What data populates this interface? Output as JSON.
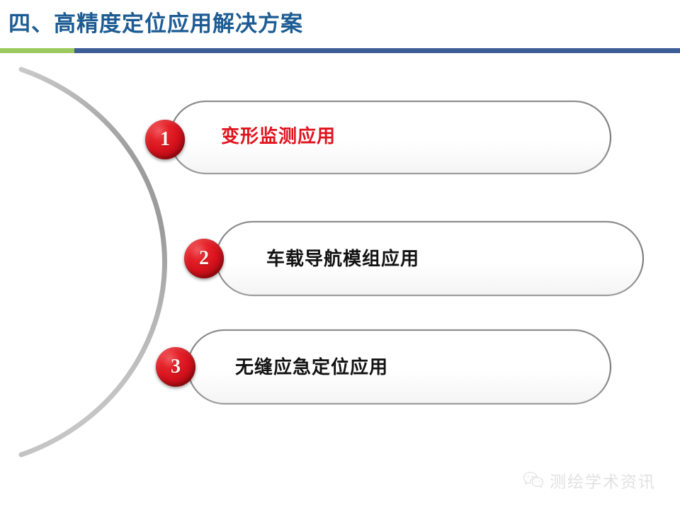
{
  "slide": {
    "title": "四、高精度定位应用解决方案",
    "title_color": "#1d5c93",
    "divider": {
      "green_color": "#9bc95e",
      "blue_color": "#3f5d96"
    },
    "background_color": "#ffffff"
  },
  "items": [
    {
      "number": "1",
      "label": "变形监测应用",
      "text_color": "#e1121c",
      "highlighted": true
    },
    {
      "number": "2",
      "label": "车载导航模组应用",
      "text_color": "#121212",
      "highlighted": false
    },
    {
      "number": "3",
      "label": "无缝应急定位应用",
      "text_color": "#121212",
      "highlighted": false
    }
  ],
  "watermark": {
    "icon": "wechat-icon",
    "text": "测绘学术资讯",
    "color": "#b9b9b9"
  }
}
